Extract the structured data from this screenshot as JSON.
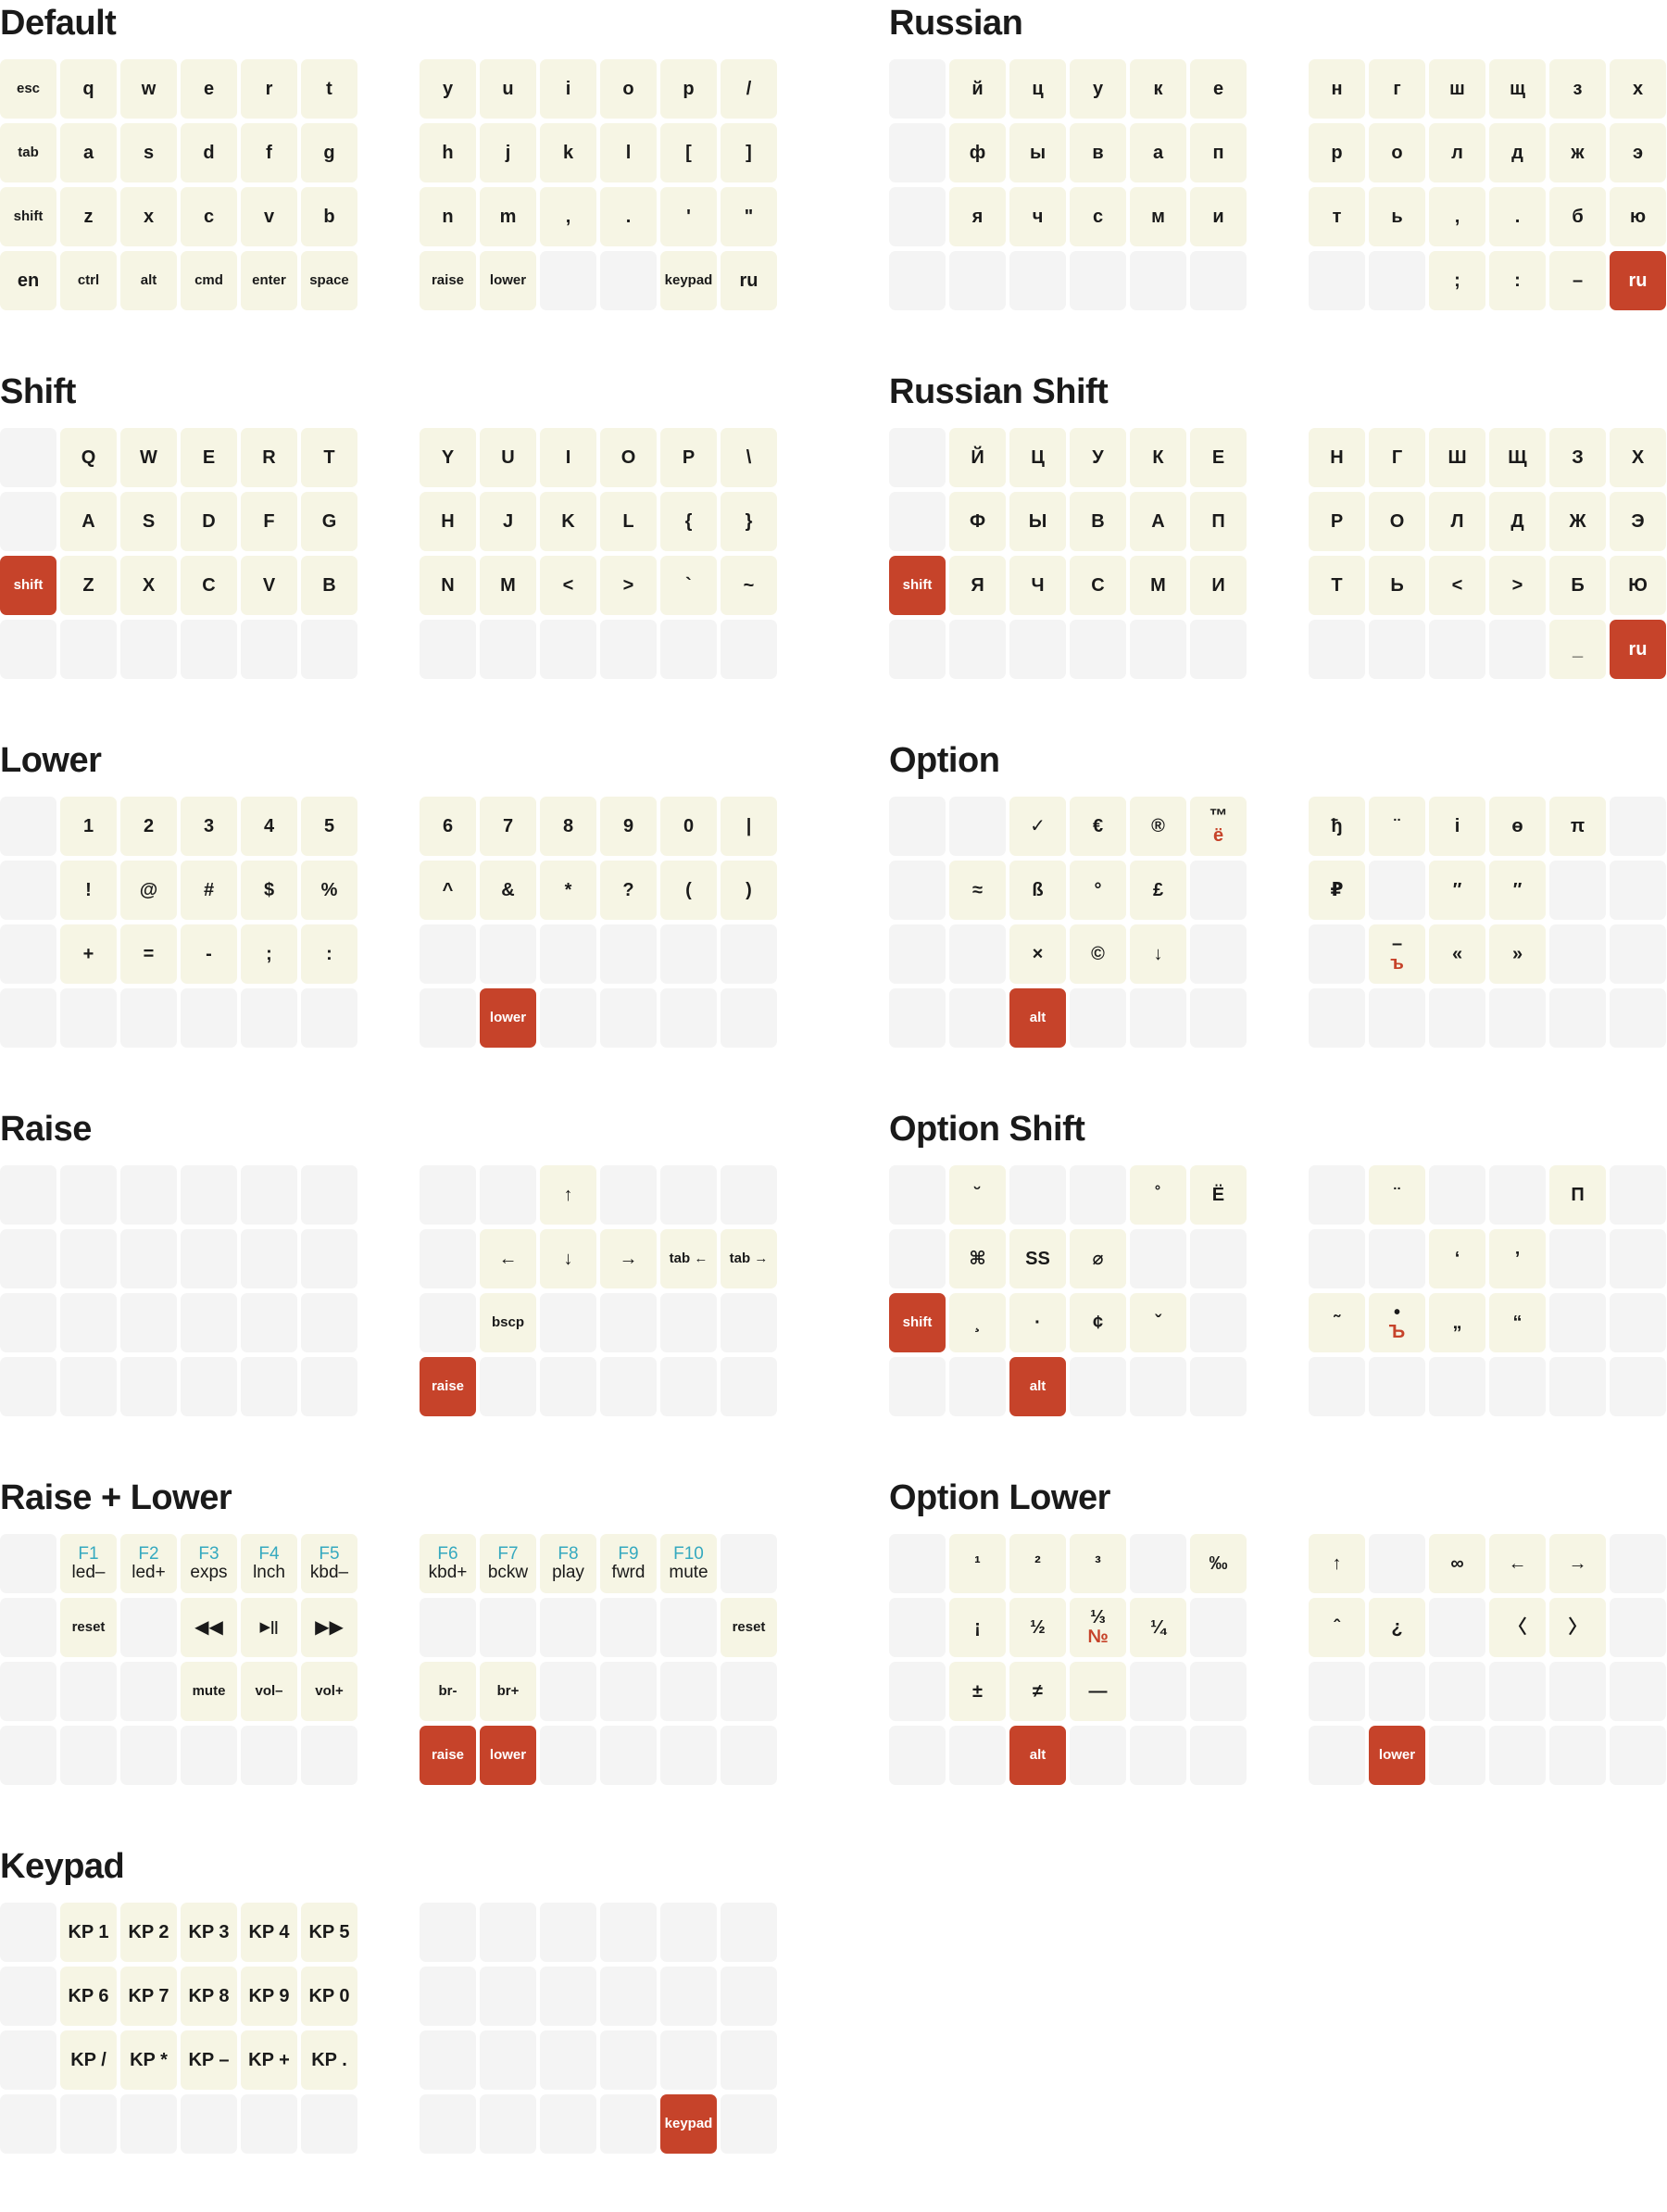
{
  "colors": {
    "blank": "#f4f4f4",
    "filled": "#f6f5e4",
    "active": "#c6432a",
    "fn": "#35a9bf"
  },
  "layers": [
    {
      "title": "Default",
      "left": [
        [
          "esc",
          "q",
          "w",
          "e",
          "r",
          "t"
        ],
        [
          "tab",
          "a",
          "s",
          "d",
          "f",
          "g"
        ],
        [
          "shift",
          "z",
          "x",
          "c",
          "v",
          "b"
        ],
        [
          "en",
          "ctrl",
          "alt",
          "cmd",
          "enter",
          "space"
        ]
      ],
      "right": [
        [
          "y",
          "u",
          "i",
          "o",
          "p",
          "/"
        ],
        [
          "h",
          "j",
          "k",
          "l",
          "[",
          "]"
        ],
        [
          "n",
          "m",
          ",",
          ".",
          "'",
          "\""
        ],
        [
          "raise",
          "lower",
          "",
          "",
          "keypad",
          "ru"
        ]
      ]
    },
    {
      "title": "Russian",
      "left": [
        [
          "",
          "й",
          "ц",
          "у",
          "к",
          "е"
        ],
        [
          "",
          "ф",
          "ы",
          "в",
          "а",
          "п"
        ],
        [
          "",
          "я",
          "ч",
          "с",
          "м",
          "и"
        ],
        [
          "",
          "",
          "",
          "",
          "",
          ""
        ]
      ],
      "right": [
        [
          "н",
          "г",
          "ш",
          "щ",
          "з",
          "х"
        ],
        [
          "р",
          "о",
          "л",
          "д",
          "ж",
          "э"
        ],
        [
          "т",
          "ь",
          ",",
          ".",
          "б",
          "ю"
        ],
        [
          "",
          "",
          ";",
          ":",
          "–",
          "ru"
        ]
      ]
    },
    {
      "title": "Shift",
      "left": [
        [
          "",
          "Q",
          "W",
          "E",
          "R",
          "T"
        ],
        [
          "",
          "A",
          "S",
          "D",
          "F",
          "G"
        ],
        [
          "shift",
          "Z",
          "X",
          "C",
          "V",
          "B"
        ],
        [
          "",
          "",
          "",
          "",
          "",
          ""
        ]
      ],
      "right": [
        [
          "Y",
          "U",
          "I",
          "O",
          "P",
          "\\"
        ],
        [
          "H",
          "J",
          "K",
          "L",
          "{",
          "}"
        ],
        [
          "N",
          "M",
          "<",
          ">",
          "`",
          "~"
        ],
        [
          "",
          "",
          "",
          "",
          "",
          ""
        ]
      ]
    },
    {
      "title": "Russian Shift",
      "left": [
        [
          "",
          "Й",
          "Ц",
          "У",
          "К",
          "Е"
        ],
        [
          "",
          "Ф",
          "Ы",
          "В",
          "А",
          "П"
        ],
        [
          "shift",
          "Я",
          "Ч",
          "С",
          "М",
          "И"
        ],
        [
          "",
          "",
          "",
          "",
          "",
          ""
        ]
      ],
      "right": [
        [
          "Н",
          "Г",
          "Ш",
          "Щ",
          "З",
          "Х"
        ],
        [
          "Р",
          "О",
          "Л",
          "Д",
          "Ж",
          "Э"
        ],
        [
          "Т",
          "Ь",
          "<",
          ">",
          "Б",
          "Ю"
        ],
        [
          "",
          "",
          "",
          "",
          "_",
          "ru"
        ]
      ]
    },
    {
      "title": "Lower",
      "left": [
        [
          "",
          "1",
          "2",
          "3",
          "4",
          "5"
        ],
        [
          "",
          "!",
          "@",
          "#",
          "$",
          "%"
        ],
        [
          "",
          "+",
          "=",
          "-",
          ";",
          ":"
        ],
        [
          "",
          "",
          "",
          "",
          "",
          ""
        ]
      ],
      "right": [
        [
          "6",
          "7",
          "8",
          "9",
          "0",
          "|"
        ],
        [
          "^",
          "&",
          "*",
          "?",
          "(",
          ")"
        ],
        [
          "",
          "",
          "",
          "",
          "",
          ""
        ],
        [
          "",
          "lower",
          "",
          "",
          "",
          ""
        ]
      ]
    },
    {
      "title": "Option",
      "left": [
        [
          "",
          "",
          "✓",
          "€",
          "®",
          "™ ё"
        ],
        [
          "",
          "≈",
          "ß",
          "°",
          "£",
          ""
        ],
        [
          "",
          "",
          "×",
          "©",
          "↓",
          ""
        ],
        [
          "",
          "",
          "alt",
          "",
          "",
          ""
        ]
      ],
      "right": [
        [
          "ђ",
          "¨",
          "і",
          "ө",
          "π",
          ""
        ],
        [
          "₽",
          "",
          "″",
          "″",
          "",
          ""
        ],
        [
          "",
          "– ъ",
          "«",
          "»",
          "",
          ""
        ],
        [
          "",
          "",
          "",
          "",
          "",
          ""
        ]
      ]
    },
    {
      "title": "Raise",
      "left": [
        [
          "",
          "",
          "",
          "",
          "",
          ""
        ],
        [
          "",
          "",
          "",
          "",
          "",
          ""
        ],
        [
          "",
          "",
          "",
          "",
          "",
          ""
        ],
        [
          "",
          "",
          "",
          "",
          "",
          ""
        ]
      ],
      "right": [
        [
          "",
          "",
          "↑",
          "",
          "",
          ""
        ],
        [
          "",
          "←",
          "↓",
          "→",
          "tab ←",
          "tab →"
        ],
        [
          "",
          "bscp",
          "",
          "",
          "",
          ""
        ],
        [
          "raise",
          "",
          "",
          "",
          "",
          ""
        ]
      ]
    },
    {
      "title": "Option Shift",
      "left": [
        [
          "",
          "˘",
          "",
          "",
          "˚",
          "Ё"
        ],
        [
          "",
          "⌘",
          "SS",
          "⌀",
          "",
          ""
        ],
        [
          "shift",
          "¸",
          "·",
          "¢",
          "ˇ",
          ""
        ],
        [
          "",
          "",
          "alt",
          "",
          "",
          ""
        ]
      ],
      "right": [
        [
          "",
          "¨",
          "",
          "",
          "П",
          ""
        ],
        [
          "",
          "",
          "‘",
          "’",
          "",
          ""
        ],
        [
          "˜",
          "• Ъ",
          "„",
          "“",
          "",
          ""
        ],
        [
          "",
          "",
          "",
          "",
          "",
          ""
        ]
      ]
    },
    {
      "title": "Raise + Lower",
      "left": [
        [
          "",
          "F1 led–",
          "F2 led+",
          "F3 exps",
          "F4 lnch",
          "F5 kbd–"
        ],
        [
          "",
          "reset",
          "",
          "◀◀",
          "▶||",
          "▶▶"
        ],
        [
          "",
          "",
          "",
          "mute",
          "vol–",
          "vol+"
        ],
        [
          "",
          "",
          "",
          "",
          "",
          ""
        ]
      ],
      "right": [
        [
          "F6 kbd+",
          "F7 bckw",
          "F8 play",
          "F9 fwrd",
          "F10 mute",
          ""
        ],
        [
          "",
          "",
          "",
          "",
          "",
          "reset"
        ],
        [
          "br-",
          "br+",
          "",
          "",
          "",
          ""
        ],
        [
          "raise",
          "lower",
          "",
          "",
          "",
          ""
        ]
      ]
    },
    {
      "title": "Option Lower",
      "left": [
        [
          "",
          "¹",
          "²",
          "³",
          "",
          "‰"
        ],
        [
          "",
          "¡",
          "½",
          "⅓ №",
          "¼",
          ""
        ],
        [
          "",
          "±",
          "≠",
          "—",
          "",
          ""
        ],
        [
          "",
          "",
          "alt",
          "",
          "",
          ""
        ]
      ],
      "right": [
        [
          "↑",
          "",
          "∞",
          "←",
          "→",
          ""
        ],
        [
          "ˆ",
          "¿",
          "",
          "〈",
          "〉",
          ""
        ],
        [
          "",
          "",
          "",
          "",
          "",
          ""
        ],
        [
          "",
          "lower",
          "",
          "",
          "",
          ""
        ]
      ]
    },
    {
      "title": "Keypad",
      "left": [
        [
          "",
          "KP 1",
          "KP 2",
          "KP 3",
          "KP 4",
          "KP 5"
        ],
        [
          "",
          "KP 6",
          "KP 7",
          "KP 8",
          "KP 9",
          "KP 0"
        ],
        [
          "",
          "KP /",
          "KP *",
          "KP –",
          "KP +",
          "KP ."
        ],
        [
          "",
          "",
          "",
          "",
          "",
          ""
        ]
      ],
      "right": [
        [
          "",
          "",
          "",
          "",
          "",
          ""
        ],
        [
          "",
          "",
          "",
          "",
          "",
          ""
        ],
        [
          "",
          "",
          "",
          "",
          "",
          ""
        ],
        [
          "",
          "",
          "",
          "",
          "keypad",
          ""
        ]
      ]
    }
  ]
}
